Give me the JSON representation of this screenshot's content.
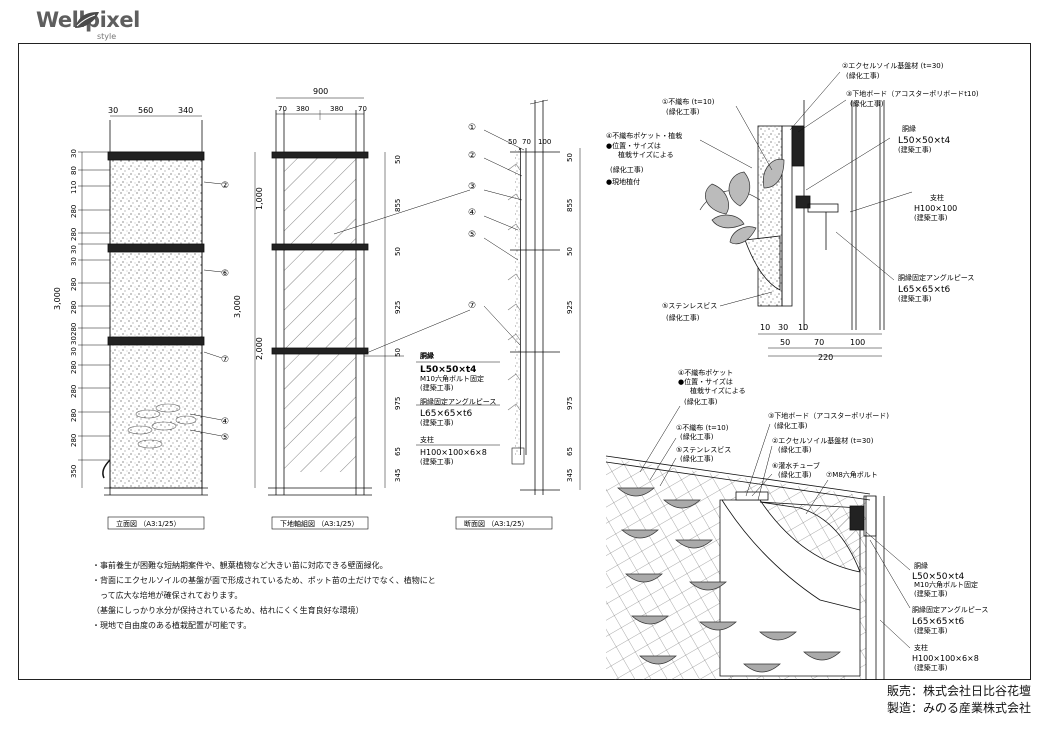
{
  "logo": {
    "brand": "Wellpixel",
    "sub": "style"
  },
  "elevation": {
    "caption": "立面図 （A3:1/25）",
    "top_dims": [
      "30",
      "560",
      "340"
    ],
    "left_dims": [
      "30",
      "80",
      "110",
      "280",
      "280",
      "30",
      "30",
      "280",
      "280",
      "280",
      "30",
      "30",
      "280",
      "280",
      "280",
      "280",
      "350"
    ],
    "overall": "3,000",
    "callouts": [
      "②",
      "⑥",
      "⑦",
      "④",
      "⑤"
    ]
  },
  "frame": {
    "caption": "下地軸組図 （A3:1/25）",
    "top_total": "900",
    "top_dims": [
      "70",
      "380",
      "380",
      "70"
    ],
    "left_dims": [
      "1,000",
      "2,000"
    ],
    "overall": "3,000",
    "right_dims": [
      "50",
      "855",
      "50",
      "925",
      "50",
      "975",
      "65",
      "345"
    ]
  },
  "section": {
    "caption": "断面図 （A3:1/25）",
    "top_dims": [
      "50",
      "70",
      "100"
    ],
    "right_dims": [
      "50",
      "855",
      "50",
      "925",
      "975",
      "65",
      "345"
    ],
    "callouts": [
      "①",
      "②",
      "③",
      "④",
      "⑤",
      "⑦"
    ]
  },
  "labels": {
    "beam_title": "胴縁",
    "beam_spec": "L50×50×t4",
    "bolt": "M10六角ボルト固定",
    "work_a": "(建築工事)",
    "angle_title": "胴縁固定アングルピース",
    "angle_spec": "L65×65×t6",
    "work_b": "(建築工事)",
    "post_title": "支柱",
    "post_spec": "H100×100×6×8",
    "work_c": "(建築工事)"
  },
  "detail": {
    "l1": "②エクセルソイル基盤材 (t=30)",
    "l1w": "(緑化工事)",
    "l2": "③下地ボード（アコスターポリボードt10)",
    "l2w": "(緑化工事)",
    "l3": "①不織布 (t=10)",
    "l3w": "(緑化工事)",
    "l4": "④不織布ポケット・植栽",
    "l4a": "●位置・サイズは",
    "l4b": "植栽サイズによる",
    "l4w": "(緑化工事)",
    "l4c": "●現地植付",
    "l5": "⑤ステンレスビス",
    "l5w": "(緑化工事)",
    "beam": "胴縁",
    "beam_spec": "L50×50×t4",
    "beam_w": "(建築工事)",
    "post": "支柱",
    "post_spec": "H100×100",
    "post_w": "(建築工事)",
    "angle": "胴縁固定アングルピース",
    "angle_spec": "L65×65×t6",
    "angle_w": "(建築工事)",
    "dims_row1": [
      "10",
      "30",
      "10"
    ],
    "dims_row2": [
      "50",
      "70",
      "100"
    ],
    "dims_total": "220"
  },
  "iso": {
    "l1": "④不織布ポケット",
    "l1a": "●位置・サイズは",
    "l1b": "植栽サイズによる",
    "l1w": "(緑化工事)",
    "l2": "③下地ボード（アコスターポリボード)",
    "l2w": "(緑化工事)",
    "l3": "①不織布 (t=10)",
    "l3w": "(緑化工事)",
    "l4": "②エクセルソイル基盤材 (t=30)",
    "l4w": "(緑化工事)",
    "l5": "⑤ステンレスビス",
    "l5w": "(緑化工事)",
    "l6": "⑥灌水チューブ",
    "l6w": "(緑化工事)",
    "l7": "⑦M8六角ボルト",
    "beam": "胴縁",
    "beam_spec": "L50×50×t4",
    "bolt": "M10六角ボルト固定",
    "beam_w": "(建築工事)",
    "angle": "胴縁固定アングルピース",
    "angle_spec": "L65×65×t6",
    "angle_w": "(建築工事)",
    "post": "支柱",
    "post_spec": "H100×100×6×8",
    "post_w": "(建築工事)"
  },
  "notes": [
    "・事前養生が困難な短納期案件や、観葉植物など大きい苗に対応できる壁面緑化。",
    "・背面にエクセルソイルの基盤が面で形成されているため、ポット苗の土だけでなく、植物にと",
    "　って広大な培地が確保されております。",
    "（基盤にしっかり水分が保持されているため、枯れにくく生育良好な環境）",
    "・現地で自由度のある植栽配置が可能です。"
  ],
  "footer": {
    "seller": "販売：株式会社日比谷花壇",
    "maker": "製造：みのる産業株式会社"
  }
}
